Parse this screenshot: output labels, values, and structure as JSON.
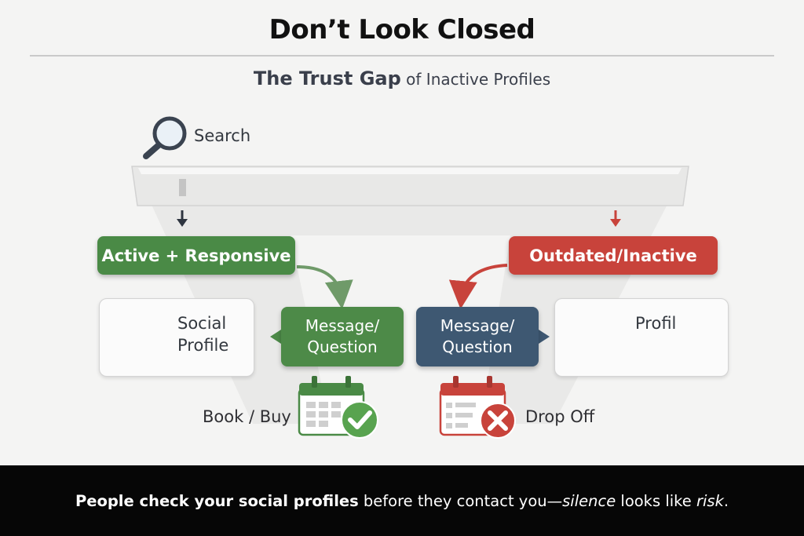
{
  "title": "Don’t Look Closed",
  "subtitle": {
    "part1": "The Trust Gap",
    "part2": " of ",
    "part3": "Inactive Profiles"
  },
  "search": {
    "label": "Search",
    "icon": "magnifier-icon"
  },
  "active_path": {
    "pill": "Active + Responsive",
    "card_label_line1": "Social",
    "card_label_line2": "Profile",
    "message_line1": "Message/",
    "message_line2": "Question",
    "outcome": "Book / Buy",
    "color": "#4a8a46"
  },
  "inactive_path": {
    "pill": "Outdated/Inactive",
    "card_label": "Profil",
    "message_line1": "Message/",
    "message_line2": "Question",
    "outcome": "Drop Off",
    "color": "#c8433b",
    "message_color": "#3e5872"
  },
  "banner": {
    "bold": "People check your social profiles",
    "normal1": " before they contact you—",
    "italic1": "silence",
    "normal2": " looks like ",
    "italic2": "risk",
    "end": "."
  }
}
